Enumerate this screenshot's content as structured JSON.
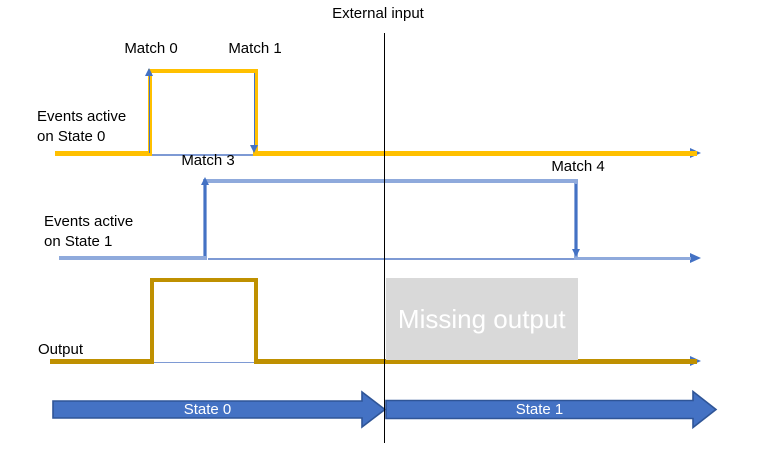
{
  "labels": {
    "external_input": "External input",
    "events_state0_line1": "Events active",
    "events_state0_line2": "on State 0",
    "events_state1_line1": "Events active",
    "events_state1_line2": "on State 1",
    "output": "Output",
    "match0": "Match 0",
    "match1": "Match 1",
    "match3": "Match 3",
    "match4": "Match 4",
    "missing_output": "Missing output",
    "state0": "State 0",
    "state1": "State 1"
  },
  "colors": {
    "signal_state0": "#FFC000",
    "signal_state1": "#8FAADC",
    "signal_output": "#BF9000",
    "marker_line": "#7E9AD4",
    "marker_arrow": "#4472C4",
    "state_arrow_fill": "#4472C4",
    "state_arrow_border": "#2F5597",
    "missing_box_bg": "#D9D9D9",
    "missing_box_text": "#FFFFFF",
    "divider_line": "#000000",
    "text": "#000000",
    "state_label_text": "#FFFFFF"
  }
}
